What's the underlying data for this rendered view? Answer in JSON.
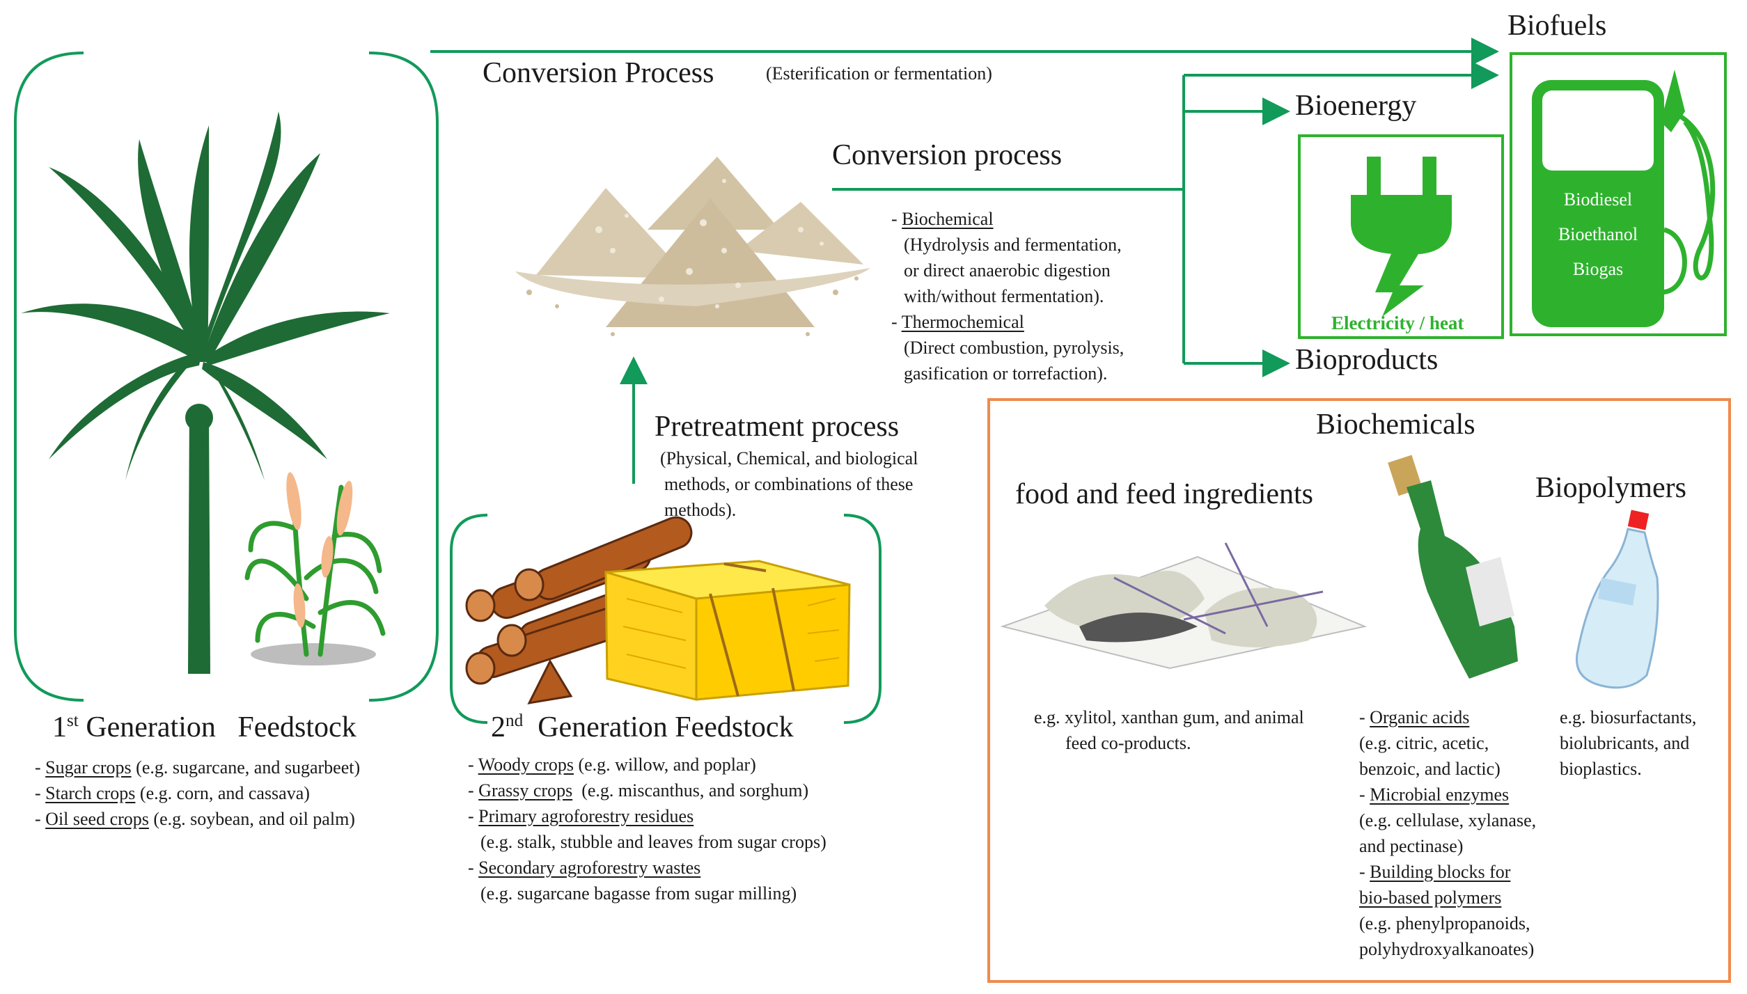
{
  "colors": {
    "accent_green": "#119a5a",
    "dark_green": "#1e6b35",
    "bright_green": "#2eb22e",
    "orange_box": "#f08a4b",
    "sand": "#d8cbb0"
  },
  "top_process": {
    "title": "Conversion Process",
    "note": "(Esterification or fermentation)"
  },
  "mid_process": {
    "title": "Conversion process",
    "biochemical_label": "Biochemical",
    "biochemical_lines": [
      "(Hydrolysis and  fermentation,",
      "or direct anaerobic digestion",
      "with/without fermentation)."
    ],
    "thermochemical_label": "Thermochemical",
    "thermochemical_lines": [
      "(Direct combustion, pyrolysis,",
      "gasification or torrefaction)."
    ]
  },
  "outputs": {
    "biofuels": "Biofuels",
    "bioenergy": "Bioenergy",
    "bioproducts": "Bioproducts",
    "electricity": "Electricity / heat",
    "pump_items": [
      "Biodiesel",
      "Bioethanol",
      "Biogas"
    ]
  },
  "pretreatment": {
    "title": "Pretreatment process",
    "lines": [
      "(Physical, Chemical, and biological",
      "methods, or combinations of these",
      "methods)."
    ]
  },
  "first_gen": {
    "title_prefix": "1",
    "title_sup": "st",
    "title_rest": " Generation   Feedstock",
    "items": [
      {
        "label": "Sugar crops",
        "detail": " (e.g. sugarcane, and sugarbeet)"
      },
      {
        "label": "Starch crops",
        "detail": " (e.g. corn, and cassava)"
      },
      {
        "label": "Oil seed crops",
        "detail": " (e.g. soybean, and oil palm)"
      }
    ]
  },
  "second_gen": {
    "title_prefix": "2",
    "title_sup": "nd",
    "title_rest": "  Generation Feedstock",
    "items": [
      {
        "label": "Woody crops",
        "detail": " (e.g. willow, and poplar)"
      },
      {
        "label": "Grassy crops",
        "detail": "  (e.g. miscanthus, and sorghum)"
      },
      {
        "label": "Primary agroforestry residues",
        "detail": ""
      },
      {
        "label": "",
        "detail": "(e.g. stalk, stubble and leaves from sugar crops)"
      },
      {
        "label": "Secondary agroforestry wastes",
        "detail": ""
      },
      {
        "label": "",
        "detail": "(e.g. sugarcane bagasse from sugar milling)"
      }
    ]
  },
  "biochemicals": {
    "title": "Biochemicals",
    "food": {
      "title": "food and feed ingredients",
      "lines": [
        "e.g. xylitol, xanthan gum, and animal",
        "feed co-products."
      ]
    },
    "acids": {
      "items": [
        {
          "label": "Organic acids",
          "lines": [
            "(e.g. citric, acetic,",
            "benzoic, and lactic)"
          ]
        },
        {
          "label": "Microbial enzymes",
          "lines": [
            "(e.g. cellulase, xylanase,",
            "and pectinase)"
          ]
        },
        {
          "label": "Building blocks for",
          "label2": "bio-based polymers",
          "lines": [
            "(e.g. phenylpropanoids,",
            "polyhydroxyalkanoates)"
          ]
        }
      ]
    },
    "polymers": {
      "title": "Biopolymers",
      "lines": [
        "e.g. biosurfactants,",
        "biolubricants, and",
        "bioplastics."
      ]
    }
  }
}
